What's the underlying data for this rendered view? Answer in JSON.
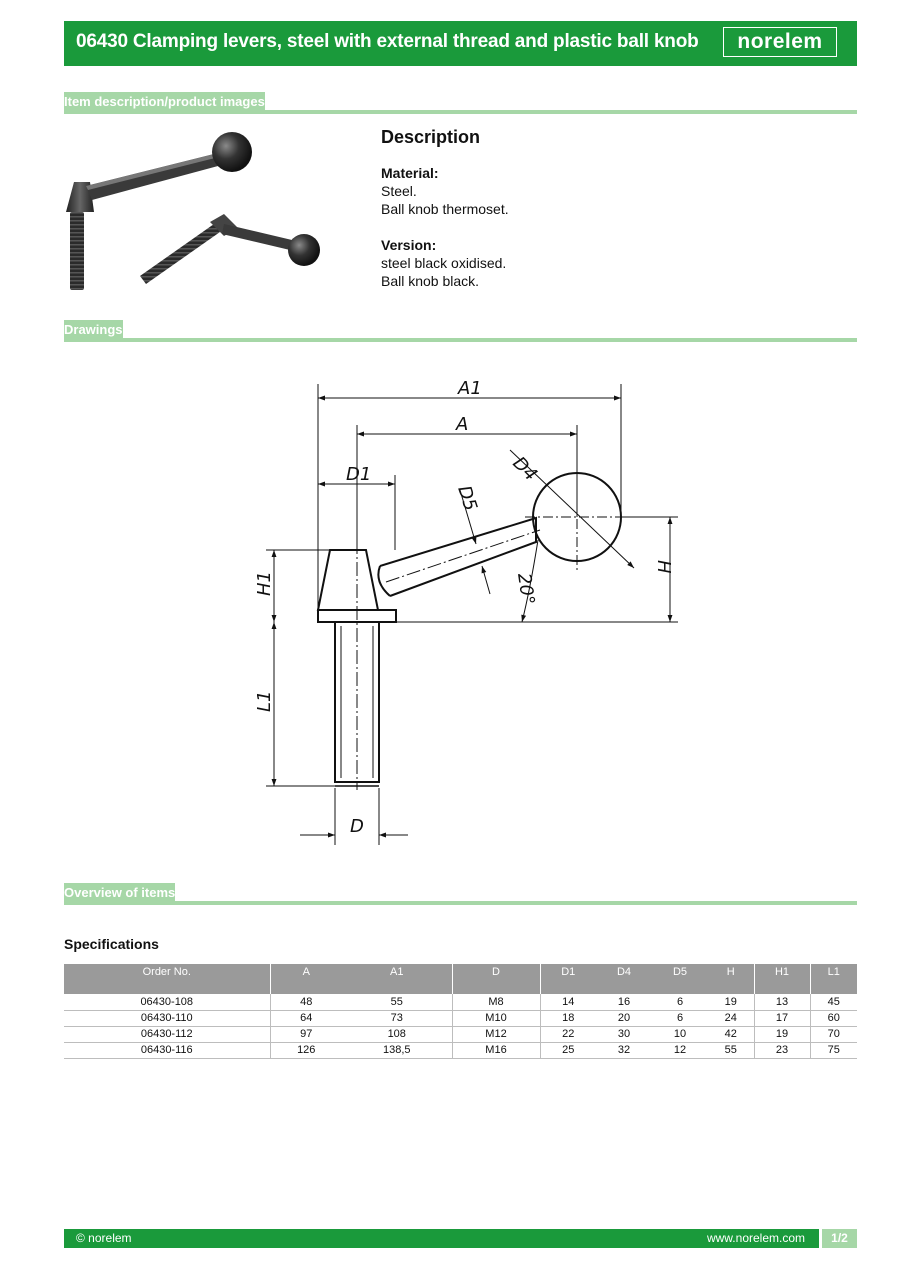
{
  "header": {
    "title": "06430 Clamping levers, steel with external thread and plastic ball knob",
    "logo": "norelem"
  },
  "sections": {
    "item_description": "Item description/product images",
    "drawings": "Drawings",
    "overview": "Overview of items"
  },
  "description": {
    "title": "Description",
    "material_heading": "Material:",
    "material_lines": [
      "Steel.",
      "Ball knob thermoset."
    ],
    "version_heading": "Version:",
    "version_lines": [
      "steel black oxidised.",
      "Ball knob black."
    ]
  },
  "drawing_labels": {
    "A1": "A1",
    "A": "A",
    "D1": "D1",
    "D4": "D4",
    "D5": "D5",
    "H1": "H1",
    "H": "H",
    "L1": "L1",
    "D": "D",
    "angle": "20°"
  },
  "specifications": {
    "title": "Specifications",
    "columns": [
      "Order No.",
      "A",
      "A1",
      "D",
      "D1",
      "D4",
      "D5",
      "H",
      "H1",
      "L1"
    ],
    "rows": [
      [
        "06430-108",
        "48",
        "55",
        "M8",
        "14",
        "16",
        "6",
        "19",
        "13",
        "45"
      ],
      [
        "06430-110",
        "64",
        "73",
        "M10",
        "18",
        "20",
        "6",
        "24",
        "17",
        "60"
      ],
      [
        "06430-112",
        "97",
        "108",
        "M12",
        "22",
        "30",
        "10",
        "42",
        "19",
        "70"
      ],
      [
        "06430-116",
        "126",
        "138,5",
        "M16",
        "25",
        "32",
        "12",
        "55",
        "23",
        "75"
      ]
    ]
  },
  "footer": {
    "copyright": "© norelem",
    "url": "www.norelem.com",
    "page": "1/2"
  },
  "colors": {
    "brand_green": "#1a9a3b",
    "light_green": "#a6d7a7",
    "table_header": "#9a9a9a"
  }
}
